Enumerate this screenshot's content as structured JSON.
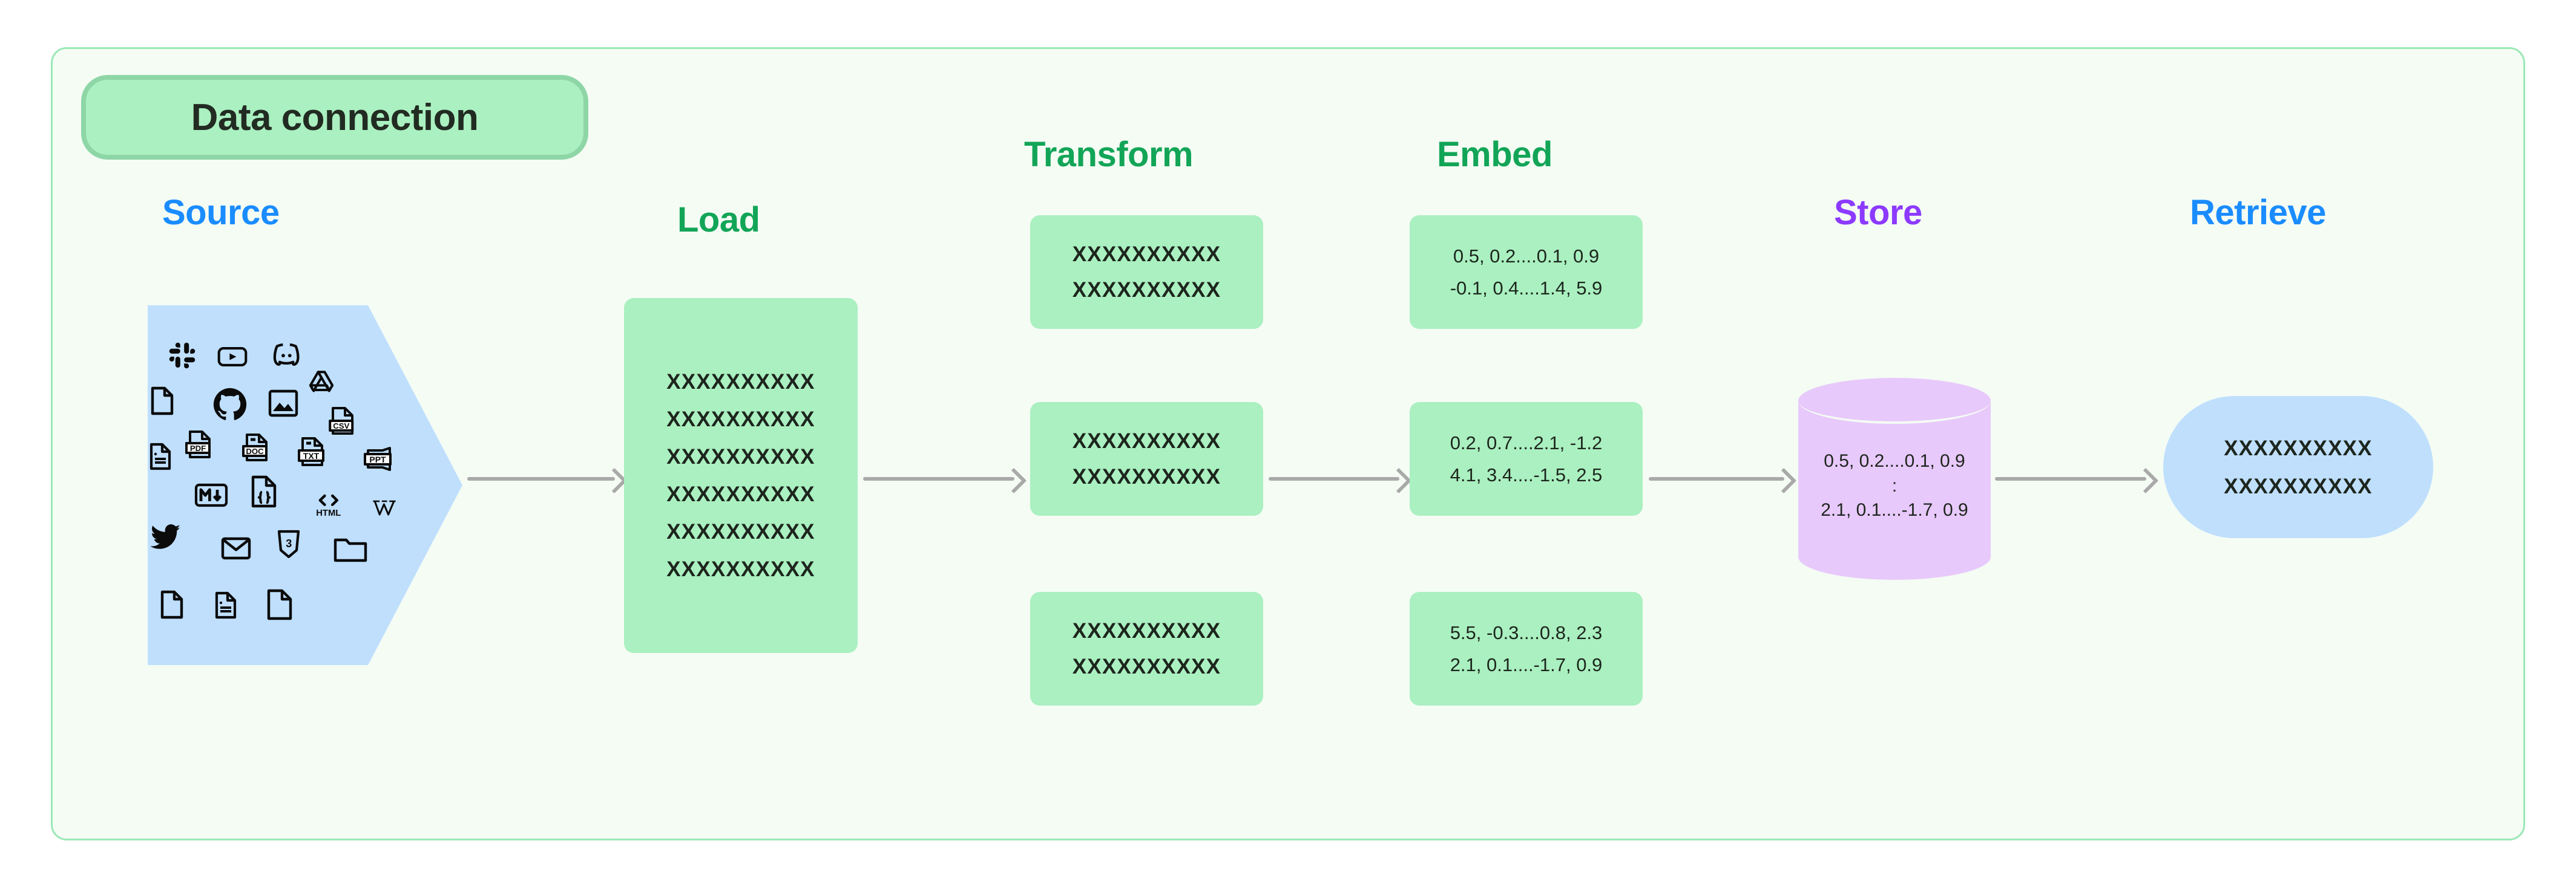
{
  "badge": {
    "label": "Data connection"
  },
  "colors": {
    "source": "#1a8cff",
    "load": "#12a557",
    "transform": "#12a557",
    "embed": "#12a557",
    "store": "#8c3aff",
    "retrieve": "#1a8cff",
    "green_box": "#aaf0c0",
    "blue_box": "#bfdffd",
    "purple_cylinder": "#e8c9fb",
    "frame_bg": "#f4fcf4",
    "frame_border": "#9be8b6",
    "arrow": "#a9a9a9"
  },
  "stages": {
    "source": {
      "heading": "Source"
    },
    "load": {
      "heading": "Load"
    },
    "transform": {
      "heading": "Transform"
    },
    "embed": {
      "heading": "Embed"
    },
    "store": {
      "heading": "Store"
    },
    "retrieve": {
      "heading": "Retrieve"
    }
  },
  "source_icons": [
    {
      "name": "slack-icon",
      "label": "Slack"
    },
    {
      "name": "youtube-icon",
      "label": "YouTube"
    },
    {
      "name": "discord-icon",
      "label": "Discord"
    },
    {
      "name": "file-blank-icon",
      "label": "File"
    },
    {
      "name": "github-icon",
      "label": "GitHub"
    },
    {
      "name": "image-icon",
      "label": "Image"
    },
    {
      "name": "google-drive-icon",
      "label": "Google Drive"
    },
    {
      "name": "csv-file-icon",
      "label": "CSV"
    },
    {
      "name": "document-lines-icon",
      "label": "Document"
    },
    {
      "name": "pdf-file-icon",
      "label": "PDF"
    },
    {
      "name": "doc-file-icon",
      "label": "DOC"
    },
    {
      "name": "txt-file-icon",
      "label": "TXT"
    },
    {
      "name": "ppt-file-icon",
      "label": "PPT"
    },
    {
      "name": "markdown-icon",
      "label": "Markdown"
    },
    {
      "name": "json-code-file-icon",
      "label": "JSON"
    },
    {
      "name": "html-icon",
      "label": "HTML"
    },
    {
      "name": "wikipedia-icon",
      "label": "Wikipedia"
    },
    {
      "name": "twitter-icon",
      "label": "Twitter"
    },
    {
      "name": "email-icon",
      "label": "Email"
    },
    {
      "name": "css3-icon",
      "label": "CSS3"
    },
    {
      "name": "folder-icon",
      "label": "Folder"
    },
    {
      "name": "file-blank-2-icon",
      "label": "File"
    },
    {
      "name": "document-lines-2-icon",
      "label": "Document"
    },
    {
      "name": "file-blank-3-icon",
      "label": "File"
    }
  ],
  "load_box": {
    "rows": [
      "XXXXXXXXXX",
      "XXXXXXXXXX",
      "XXXXXXXXXX",
      "XXXXXXXXXX",
      "XXXXXXXXXX",
      "XXXXXXXXXX"
    ]
  },
  "transform_boxes": [
    {
      "rows": [
        "XXXXXXXXXX",
        "XXXXXXXXXX"
      ]
    },
    {
      "rows": [
        "XXXXXXXXXX",
        "XXXXXXXXXX"
      ]
    },
    {
      "rows": [
        "XXXXXXXXXX",
        "XXXXXXXXXX"
      ]
    }
  ],
  "embed_boxes": [
    {
      "rows": [
        "0.5, 0.2....0.1, 0.9",
        "-0.1, 0.4....1.4, 5.9"
      ]
    },
    {
      "rows": [
        "0.2, 0.7....2.1, -1.2",
        "4.1, 3.4....-1.5, 2.5"
      ]
    },
    {
      "rows": [
        "5.5, -0.3....0.8, 2.3",
        "2.1, 0.1....-1.7, 0.9"
      ]
    }
  ],
  "store_cylinder": {
    "rows": [
      "0.5, 0.2....0.1, 0.9",
      ":",
      "2.1, 0.1....-1.7, 0.9"
    ]
  },
  "retrieve_box": {
    "rows": [
      "XXXXXXXXXX",
      "XXXXXXXXXX"
    ]
  },
  "arrows": [
    {
      "name": "arrow-source-to-load"
    },
    {
      "name": "arrow-load-to-transform"
    },
    {
      "name": "arrow-transform-to-embed"
    },
    {
      "name": "arrow-embed-to-store"
    },
    {
      "name": "arrow-store-to-retrieve"
    }
  ]
}
